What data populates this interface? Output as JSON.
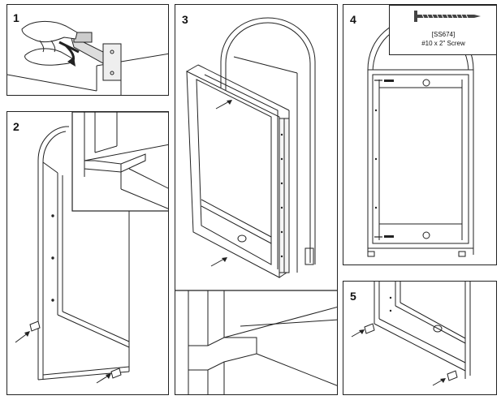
{
  "steps": {
    "step1": "1",
    "step2": "2",
    "step3": "3",
    "step4": "4",
    "step5": "5"
  },
  "screw_callout": {
    "part_number": "[SS674]",
    "description": "#10 x 2\" Screw"
  }
}
